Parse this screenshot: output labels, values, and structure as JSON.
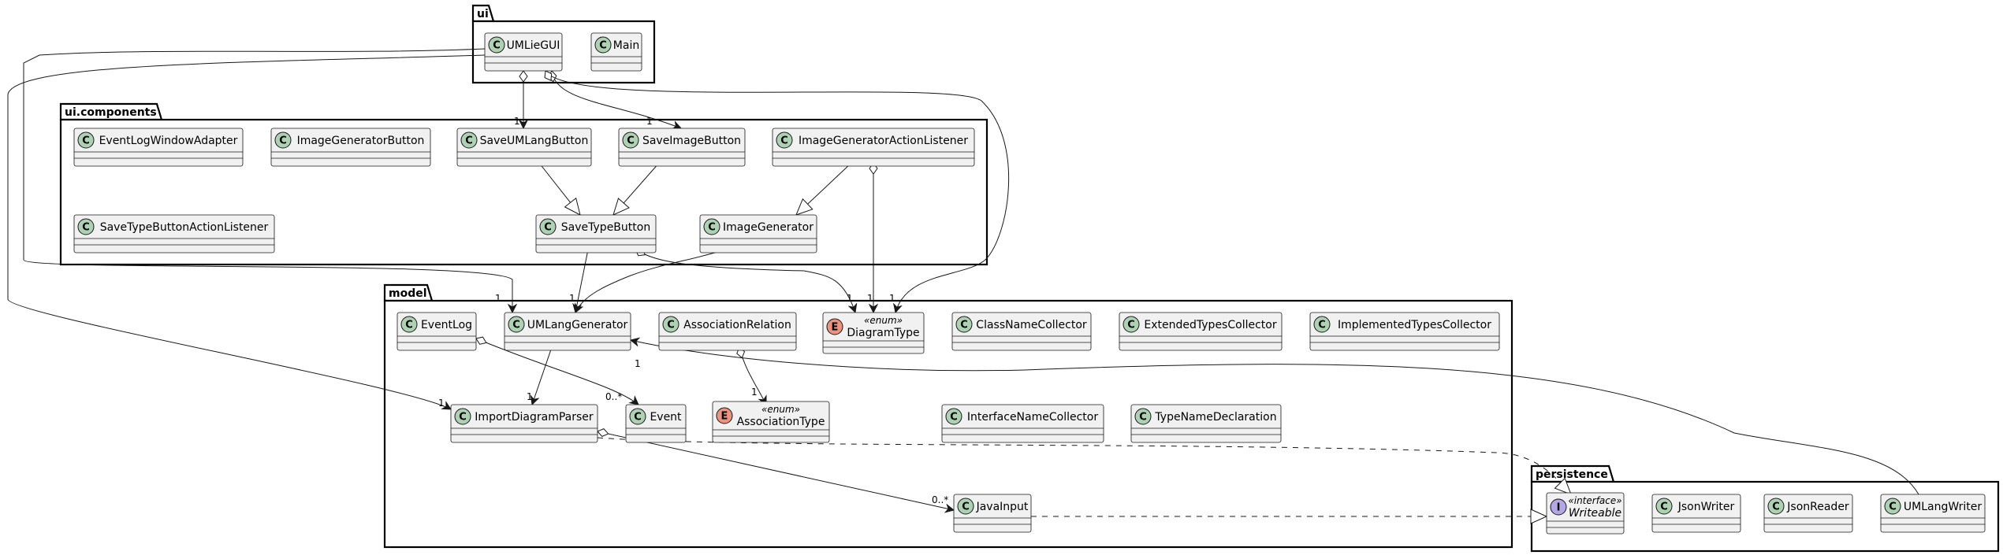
{
  "colors": {
    "class_fill": "#F1F1F1",
    "border": "#181818",
    "spot_class": "#ADD1B2",
    "spot_enum": "#EB937F",
    "spot_interface": "#B4A7E5"
  },
  "icons": {
    "class": "class-spot-icon",
    "enum": "enum-spot-icon",
    "interface": "interface-spot-icon"
  },
  "packages": [
    {
      "id": "ui",
      "label": "ui"
    },
    {
      "id": "uicomp",
      "label": "ui.components"
    },
    {
      "id": "model",
      "label": "model"
    },
    {
      "id": "persistence",
      "label": "persistence"
    }
  ],
  "classes": [
    {
      "id": "UMLieGUI",
      "name": "UMLieGUI",
      "kind": "class"
    },
    {
      "id": "Main",
      "name": "Main",
      "kind": "class"
    },
    {
      "id": "EventLogWindowAdapter",
      "name": "EventLogWindowAdapter",
      "kind": "class"
    },
    {
      "id": "ImageGeneratorButton",
      "name": "ImageGeneratorButton",
      "kind": "class"
    },
    {
      "id": "SaveUMLangButton",
      "name": "SaveUMLangButton",
      "kind": "class"
    },
    {
      "id": "SaveImageButton",
      "name": "SaveImageButton",
      "kind": "class"
    },
    {
      "id": "ImageGeneratorActionListener",
      "name": "ImageGeneratorActionListener",
      "kind": "class"
    },
    {
      "id": "SaveTypeButtonActionListener",
      "name": "SaveTypeButtonActionListener",
      "kind": "class"
    },
    {
      "id": "SaveTypeButton",
      "name": "SaveTypeButton",
      "kind": "class"
    },
    {
      "id": "ImageGenerator",
      "name": "ImageGenerator",
      "kind": "class"
    },
    {
      "id": "EventLog",
      "name": "EventLog",
      "kind": "class"
    },
    {
      "id": "UMLangGenerator",
      "name": "UMLangGenerator",
      "kind": "class"
    },
    {
      "id": "AssociationRelation",
      "name": "AssociationRelation",
      "kind": "class"
    },
    {
      "id": "DiagramType",
      "name": "DiagramType",
      "kind": "enum",
      "stereotype": "«enum»"
    },
    {
      "id": "ClassNameCollector",
      "name": "ClassNameCollector",
      "kind": "class"
    },
    {
      "id": "ExtendedTypesCollector",
      "name": "ExtendedTypesCollector",
      "kind": "class"
    },
    {
      "id": "ImplementedTypesCollector",
      "name": "ImplementedTypesCollector",
      "kind": "class"
    },
    {
      "id": "ImportDiagramParser",
      "name": "ImportDiagramParser",
      "kind": "class"
    },
    {
      "id": "Event",
      "name": "Event",
      "kind": "class"
    },
    {
      "id": "AssociationType",
      "name": "AssociationType",
      "kind": "enum",
      "stereotype": "«enum»"
    },
    {
      "id": "InterfaceNameCollector",
      "name": "InterfaceNameCollector",
      "kind": "class"
    },
    {
      "id": "TypeNameDeclaration",
      "name": "TypeNameDeclaration",
      "kind": "class"
    },
    {
      "id": "JavaInput",
      "name": "JavaInput",
      "kind": "class"
    },
    {
      "id": "Writeable",
      "name": "Writeable",
      "kind": "interface",
      "stereotype": "«interface»"
    },
    {
      "id": "JsonWriter",
      "name": "JsonWriter",
      "kind": "class"
    },
    {
      "id": "JsonReader",
      "name": "JsonReader",
      "kind": "class"
    },
    {
      "id": "UMLangWriter",
      "name": "UMLangWriter",
      "kind": "class"
    }
  ],
  "relations": [
    {
      "id": "gui-saveumlang",
      "from": "UMLieGUI",
      "to": "SaveUMLangButton",
      "type": "aggregation",
      "multiplicity": "1"
    },
    {
      "id": "gui-saveimage",
      "from": "UMLieGUI",
      "to": "SaveImageButton",
      "type": "aggregation",
      "multiplicity": "1"
    },
    {
      "id": "gui-diagramtype",
      "from": "UMLieGUI",
      "to": "DiagramType",
      "type": "aggregation",
      "multiplicity": "1"
    },
    {
      "id": "gui-umlanggen",
      "from": "UMLieGUI",
      "to": "UMLangGenerator",
      "type": "association",
      "multiplicity": "1"
    },
    {
      "id": "gui-importparser",
      "from": "UMLieGUI",
      "to": "ImportDiagramParser",
      "type": "association",
      "multiplicity": "1"
    },
    {
      "id": "saveumlang-savetype",
      "from": "SaveUMLangButton",
      "to": "SaveTypeButton",
      "type": "inheritance"
    },
    {
      "id": "saveimage-savetype",
      "from": "SaveImageButton",
      "to": "SaveTypeButton",
      "type": "inheritance"
    },
    {
      "id": "igal-imagegen",
      "from": "ImageGeneratorActionListener",
      "to": "ImageGenerator",
      "type": "inheritance"
    },
    {
      "id": "igal-diagramtype",
      "from": "ImageGeneratorActionListener",
      "to": "DiagramType",
      "type": "aggregation",
      "multiplicity": "1"
    },
    {
      "id": "savetype-umlanggen",
      "from": "SaveTypeButton",
      "to": "UMLangGenerator",
      "type": "association",
      "multiplicity": "1"
    },
    {
      "id": "savetype-diagramtype",
      "from": "SaveTypeButton",
      "to": "DiagramType",
      "type": "aggregation",
      "multiplicity": "1"
    },
    {
      "id": "imagegen-umlanggen",
      "from": "ImageGenerator",
      "to": "UMLangGenerator",
      "type": "association"
    },
    {
      "id": "umlanggen-importparser",
      "from": "UMLangGenerator",
      "to": "ImportDiagramParser",
      "type": "association",
      "multiplicity": "1"
    },
    {
      "id": "eventlog-event",
      "from": "EventLog",
      "to": "Event",
      "type": "aggregation",
      "multiplicity": "0..*"
    },
    {
      "id": "assocrel-assoctype",
      "from": "AssociationRelation",
      "to": "AssociationType",
      "type": "aggregation",
      "multiplicity": "1"
    },
    {
      "id": "importparser-javainput",
      "from": "ImportDiagramParser",
      "to": "JavaInput",
      "type": "aggregation",
      "multiplicity": "0..*"
    },
    {
      "id": "importparser-writeable",
      "from": "ImportDiagramParser",
      "to": "Writeable",
      "type": "realization"
    },
    {
      "id": "javainput-writeable",
      "from": "JavaInput",
      "to": "Writeable",
      "type": "realization"
    },
    {
      "id": "umlangwriter-umlanggen",
      "from": "UMLangWriter",
      "to": "UMLangGenerator",
      "type": "association",
      "multiplicity": "1"
    }
  ]
}
